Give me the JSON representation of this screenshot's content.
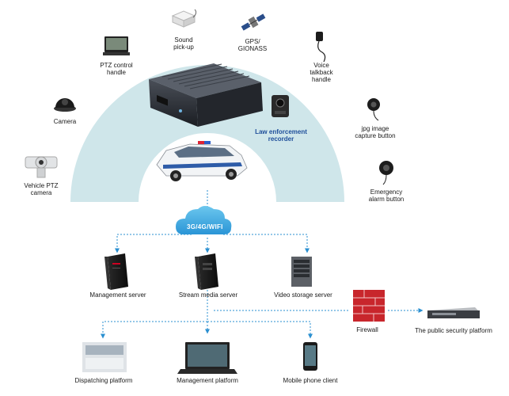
{
  "devices": {
    "sound_pickup": "Sound\npick-up",
    "gps": "GPS/\nGIONASS",
    "ptz_handle": "PTZ control\nhandle",
    "voice_talkback": "Voice\ntalkback\nhandle",
    "camera": "Camera",
    "law_recorder": "Law enforcement\nrecorder",
    "jpg_capture": "jpg image\ncapture button",
    "vehicle_ptz": "Vehicle PTZ\ncamera",
    "emergency": "Emergency\nalarm button"
  },
  "network": {
    "cloud_label": "3G/4G/WIFI"
  },
  "servers": {
    "management": "Management server",
    "stream": "Stream media server",
    "storage": "Video storage server"
  },
  "firewall": "Firewall",
  "public_security": "The public security platform",
  "clients": {
    "dispatching": "Dispatching platform",
    "management_platform": "Management platform",
    "mobile": "Mobile phone client"
  },
  "colors": {
    "arc": "#cfe6ea",
    "line": "#2a8fd0",
    "cloud": "#3aa7dd",
    "label_accent": "#1e4e9a",
    "firewall": "#c8262c"
  }
}
